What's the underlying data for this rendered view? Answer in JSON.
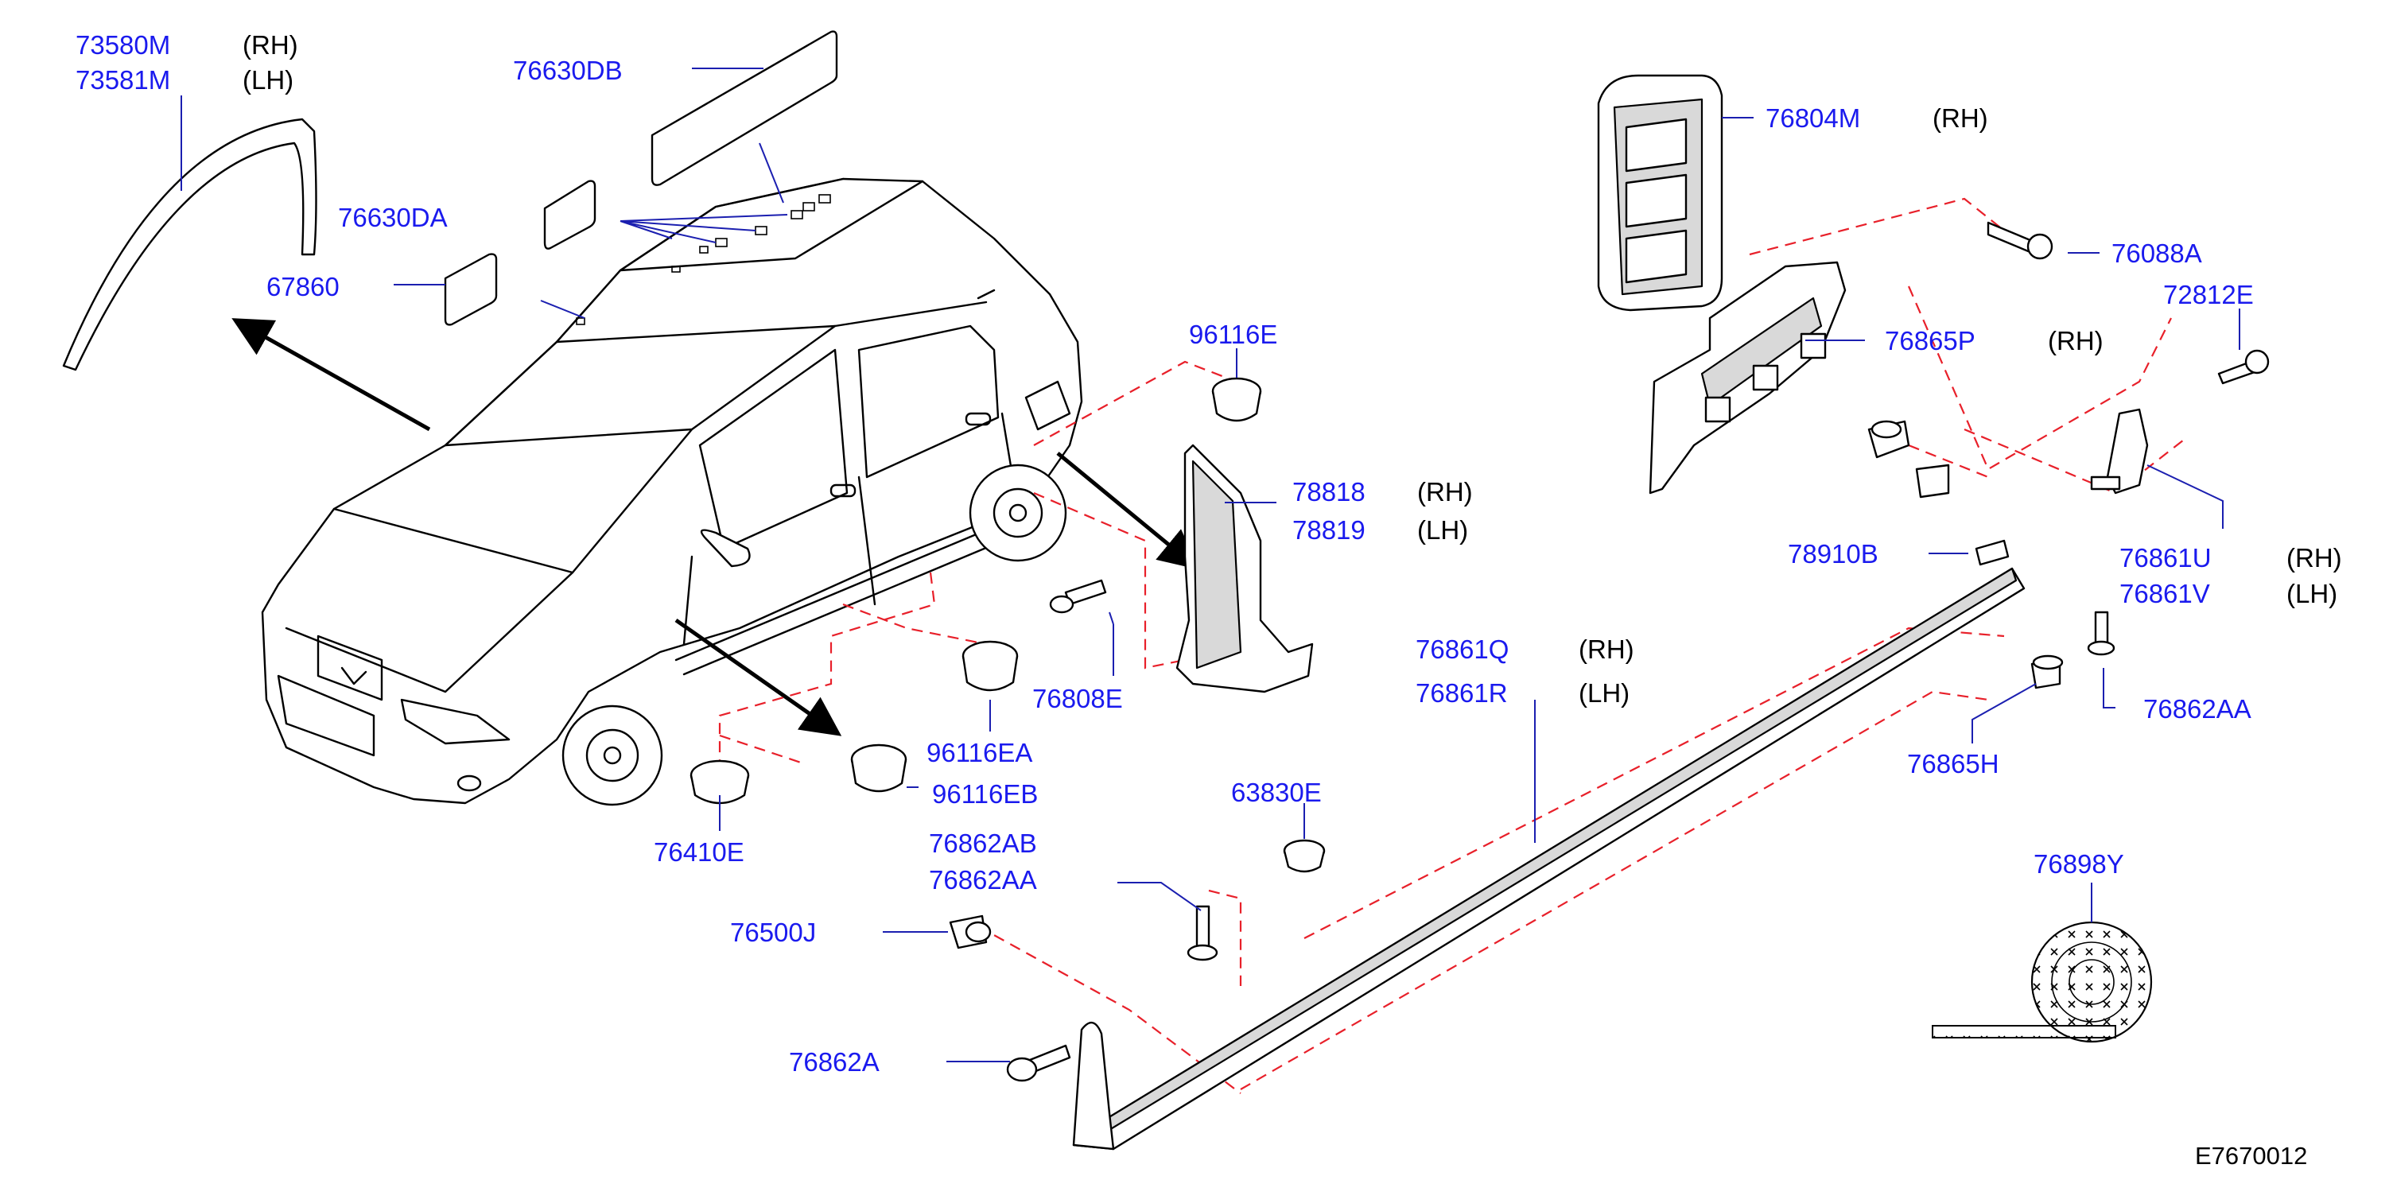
{
  "diagram": {
    "reference_code": "E7670012",
    "labels": {
      "p73580M": "73580M",
      "p73580M_side": "(RH)",
      "p73581M": "73581M",
      "p73581M_side": "(LH)",
      "p76630DB": "76630DB",
      "p76630DA": "76630DA",
      "p67860": "67860",
      "p96116E": "96116E",
      "p78818": "78818",
      "p78818_side": "(RH)",
      "p78819": "78819",
      "p78819_side": "(LH)",
      "p76808E": "76808E",
      "p96116EA": "96116EA",
      "p96116EB": "96116EB",
      "p76410E": "76410E",
      "p63830E": "63830E",
      "p76862AB": "76862AB",
      "p76862AA_a": "76862AA",
      "p76500J": "76500J",
      "p76862A": "76862A",
      "p76804M": "76804M",
      "p76804M_side": "(RH)",
      "p76088A": "76088A",
      "p72812E": "72812E",
      "p76865P": "76865P",
      "p76865P_side": "(RH)",
      "p78910B": "78910B",
      "p76861U": "76861U",
      "p76861U_side": "(RH)",
      "p76861V": "76861V",
      "p76861V_side": "(LH)",
      "p76861Q": "76861Q",
      "p76861Q_side": "(RH)",
      "p76861R": "76861R",
      "p76861R_side": "(LH)",
      "p76862AA_b": "76862AA",
      "p76865H": "76865H",
      "p76898Y": "76898Y"
    }
  }
}
